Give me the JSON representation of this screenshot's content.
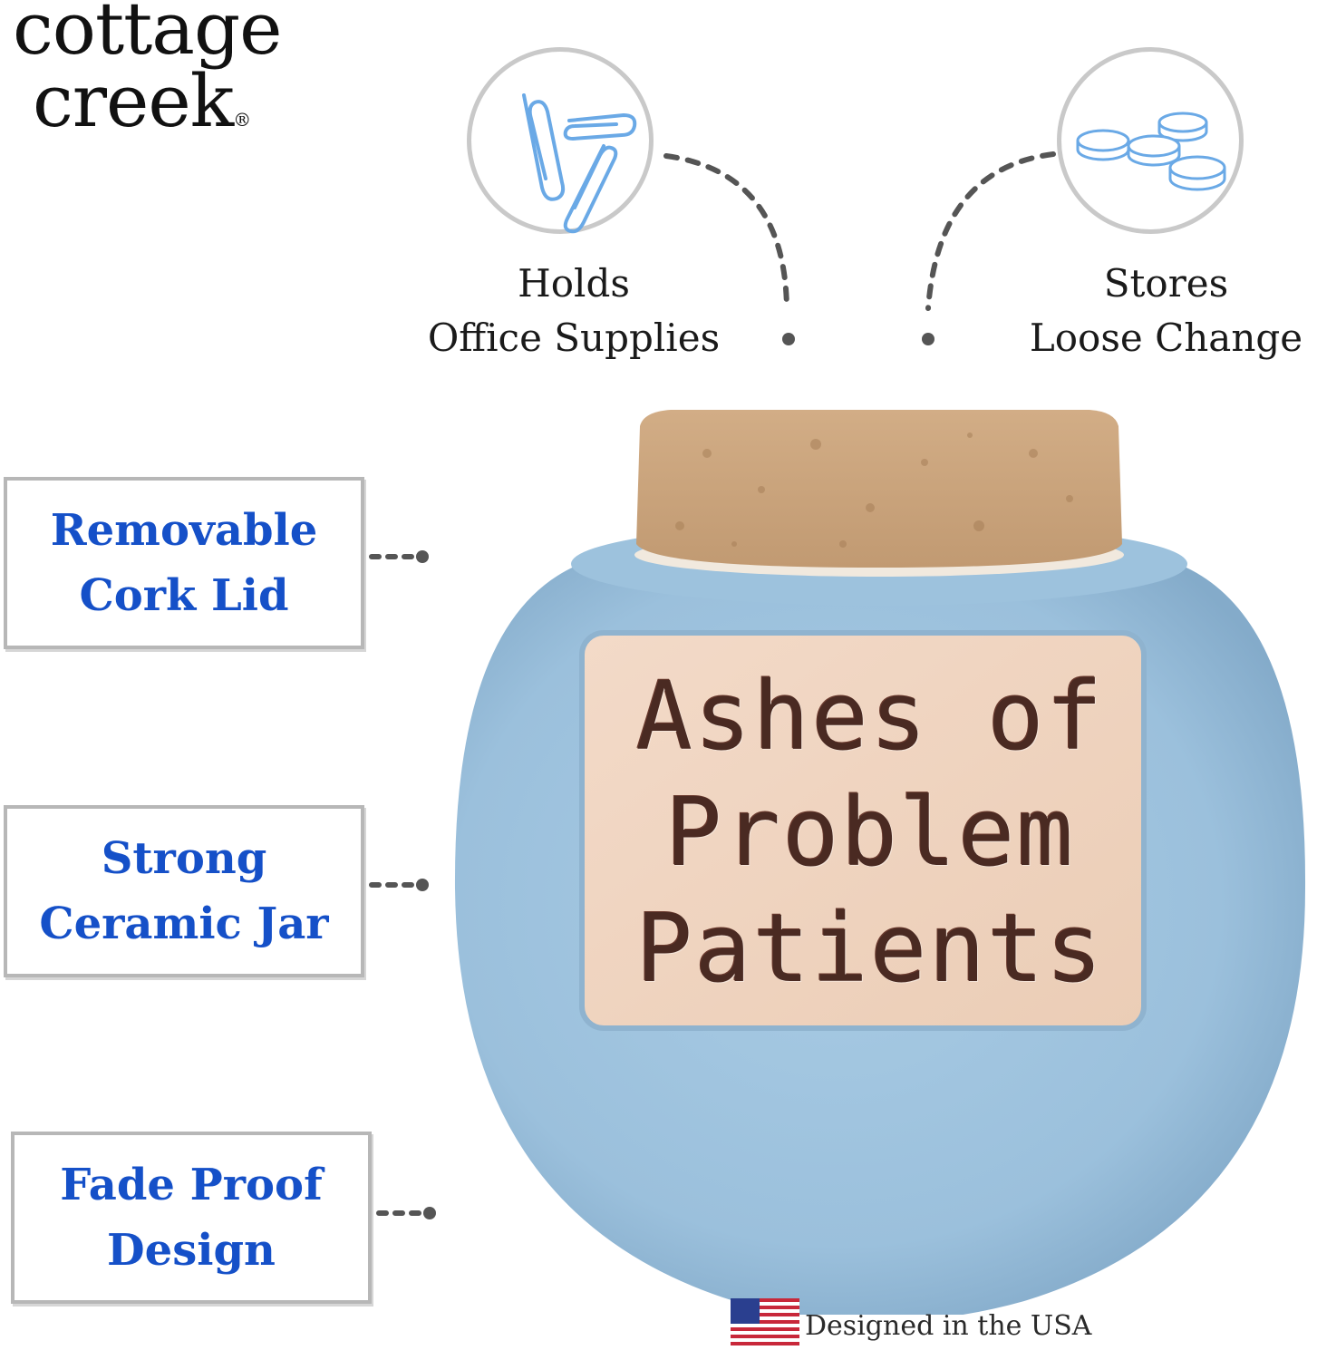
{
  "brand": {
    "line1": "cottage",
    "line2": "creek",
    "registered": "®"
  },
  "top_features": [
    {
      "icon": "paperclips-icon",
      "line1": "Holds",
      "line2": "Office Supplies"
    },
    {
      "icon": "coins-icon",
      "line1": "Stores",
      "line2": "Loose Change"
    }
  ],
  "side_features": [
    {
      "line1": "Removable",
      "line2": "Cork Lid"
    },
    {
      "line1": "Strong",
      "line2": "Ceramic Jar"
    },
    {
      "line1": "Fade Proof",
      "line2": "Design"
    }
  ],
  "jar": {
    "label_lines": [
      "Ashes of",
      "Problem",
      "Patients"
    ],
    "colors": {
      "body": "#9fc3de",
      "cork": "#c9a27a",
      "label": "#efd2bd"
    }
  },
  "footer": {
    "flag_icon": "us-flag-icon",
    "text": "Designed in the USA"
  },
  "colors": {
    "accent": "#1550c8"
  }
}
